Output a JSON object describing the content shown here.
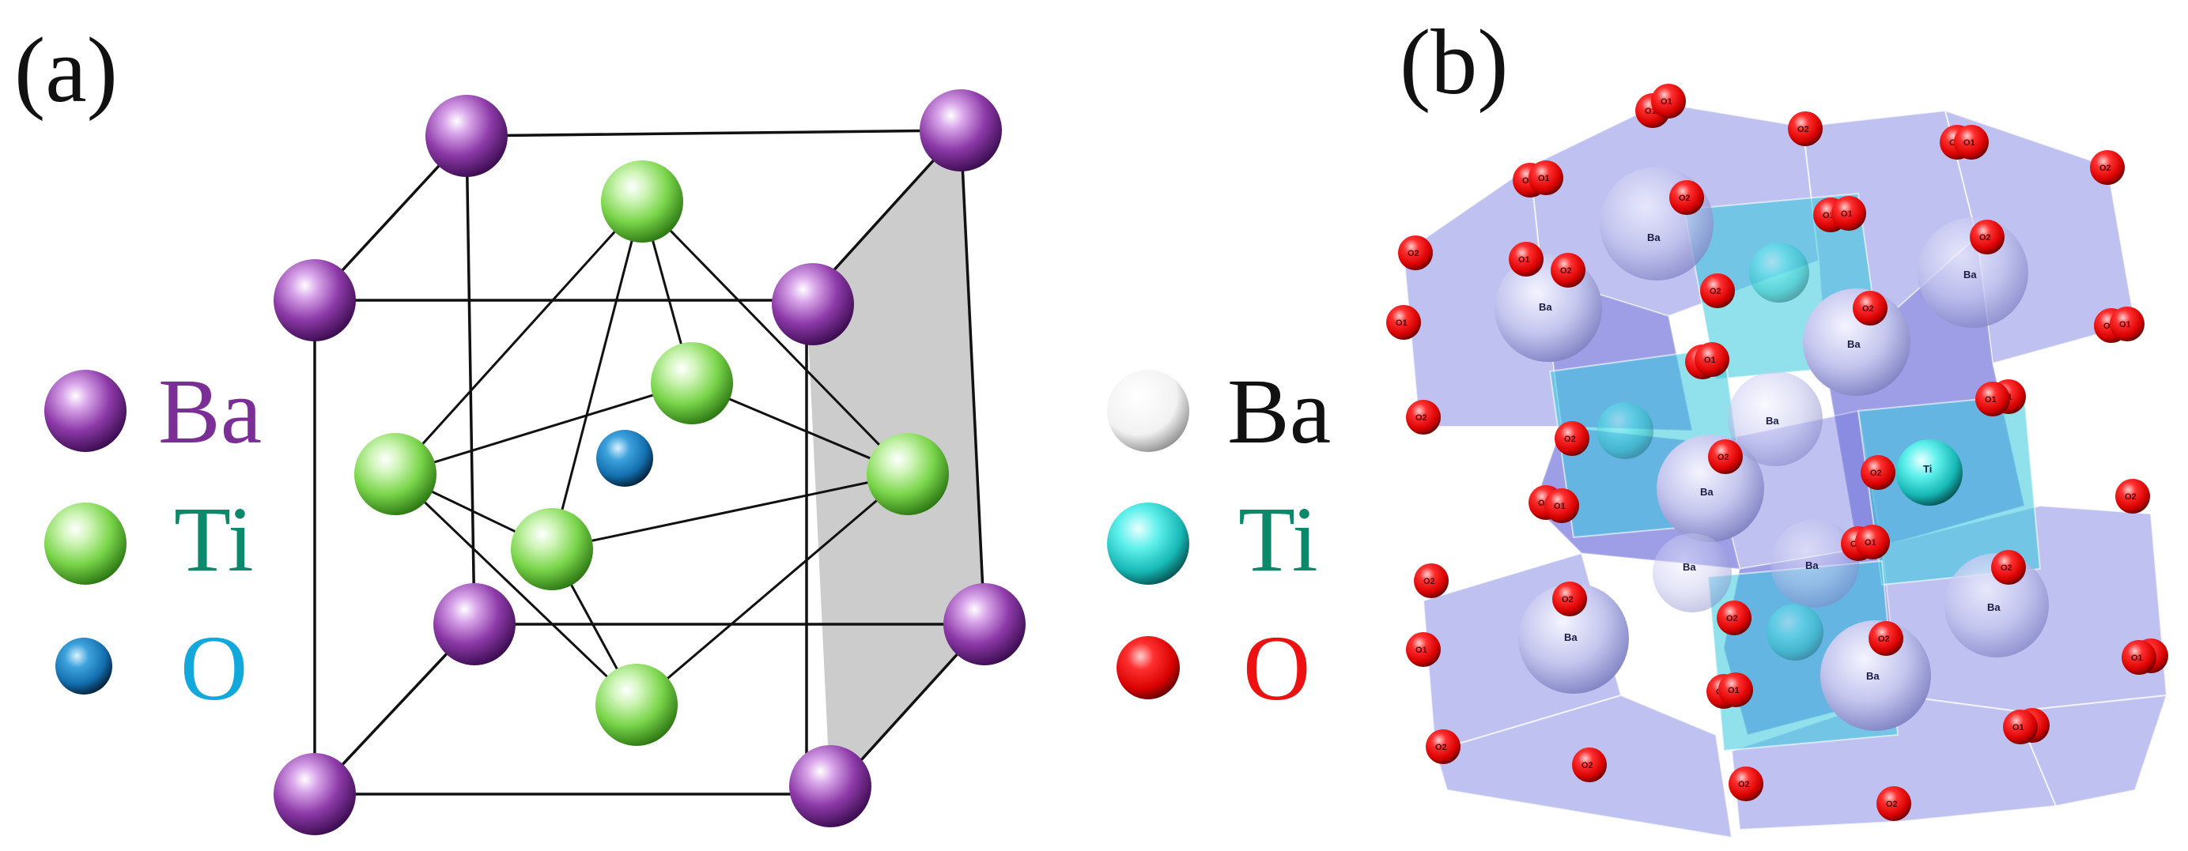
{
  "panel_a": {
    "label": "(a)",
    "legend": [
      {
        "symbol": "Ba",
        "color": "#7a2e96",
        "atom_color": "#8d3aa8"
      },
      {
        "symbol": "Ti",
        "color": "#0a8a6a",
        "atom_color": "#7ad54a"
      },
      {
        "symbol": "O",
        "color": "#12a8dc",
        "atom_color": "#1470b0"
      }
    ]
  },
  "panel_b": {
    "label": "(b)",
    "legend": [
      {
        "symbol": "Ba",
        "color": "#111111",
        "atom_color": "#f2f2f2"
      },
      {
        "symbol": "Ti",
        "color": "#0a8a6a",
        "atom_color": "#2ad8d4"
      },
      {
        "symbol": "O",
        "color": "#ee1111",
        "atom_color": "#ee1111"
      }
    ],
    "site_labels": {
      "ba": "Ba",
      "ti": "Ti",
      "o1": "O1",
      "o2": "O2"
    }
  },
  "colors": {
    "ba_purple": "#8d3aa8",
    "ti_green": "#7ad54a",
    "o_blue": "#1470b0",
    "shade_face": "#cccccc",
    "polyhedron": "#8a8ee6",
    "ti_octahedron": "#35c8dc",
    "oxygen_red": "#ee1111"
  }
}
